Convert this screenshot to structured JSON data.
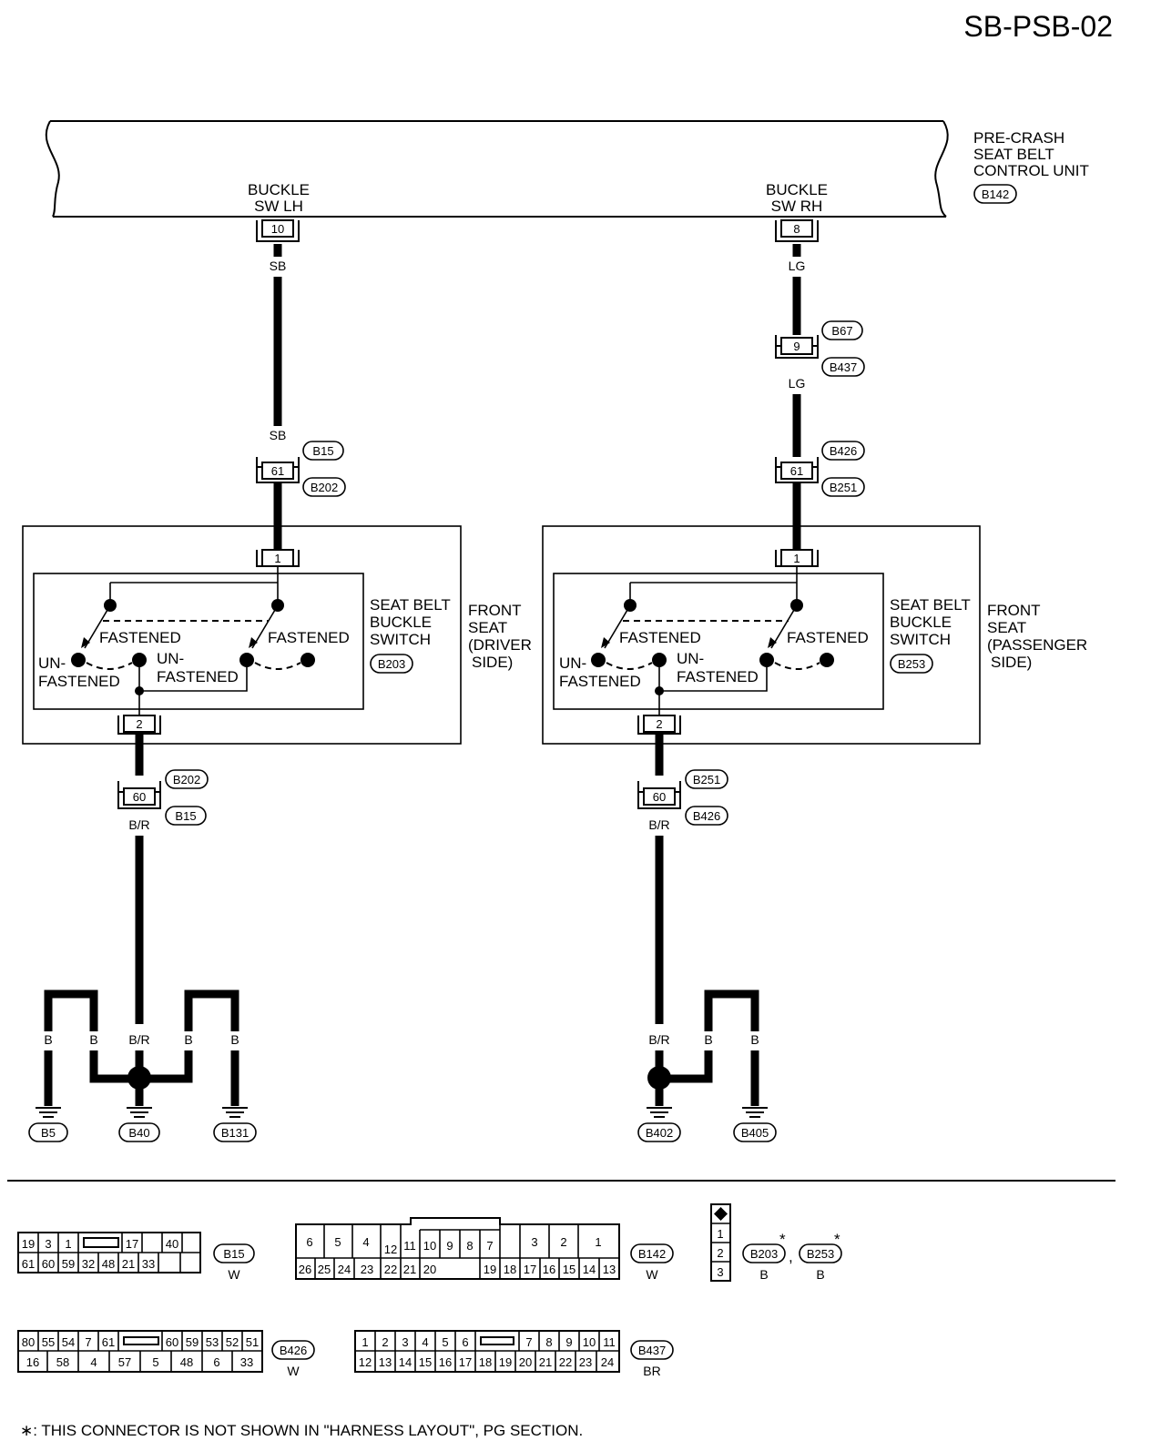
{
  "page_title": "SB-PSB-02",
  "control_unit": {
    "name_lines": [
      "PRE-CRASH",
      "SEAT BELT",
      "CONTROL UNIT"
    ],
    "connector": "B142",
    "pins": {
      "lh": {
        "label_lines": [
          "BUCKLE",
          "SW LH"
        ],
        "pin": "10"
      },
      "rh": {
        "label_lines": [
          "BUCKLE",
          "SW RH"
        ],
        "pin": "8"
      }
    }
  },
  "left_circuit": {
    "wire_top": "SB",
    "wire_mid": "SB",
    "conn_61": {
      "pin": "61",
      "tags": [
        "B15",
        "B202"
      ]
    },
    "seat_box": {
      "switch_lines": [
        "SEAT BELT",
        "BUCKLE",
        "SWITCH"
      ],
      "switch_conn": "B203",
      "seat_lines": [
        "FRONT",
        "SEAT",
        "(DRIVER",
        "SIDE)"
      ],
      "pin_top": "1",
      "pin_bottom": "2",
      "fastened": "FASTENED",
      "unfastened_lines": [
        "UN-",
        "FASTENED"
      ]
    },
    "conn_60": {
      "pin": "60",
      "tags": [
        "B202",
        "B15"
      ]
    },
    "wire_bottom": "B/R",
    "ground_wires": [
      "B",
      "B",
      "B/R",
      "B",
      "B"
    ],
    "grounds": [
      "B5",
      "B40",
      "B131"
    ]
  },
  "right_circuit": {
    "wire_top": "LG",
    "conn_9": {
      "pin": "9",
      "tags": [
        "B67",
        "B437"
      ]
    },
    "wire_mid": "LG",
    "conn_61": {
      "pin": "61",
      "tags": [
        "B426",
        "B251"
      ]
    },
    "seat_box": {
      "switch_lines": [
        "SEAT BELT",
        "BUCKLE",
        "SWITCH"
      ],
      "switch_conn": "B253",
      "seat_lines": [
        "FRONT",
        "SEAT",
        "(PASSENGER",
        "SIDE)"
      ],
      "pin_top": "1",
      "pin_bottom": "2",
      "fastened": "FASTENED",
      "unfastened_lines": [
        "UN-",
        "FASTENED"
      ]
    },
    "conn_60": {
      "pin": "60",
      "tags": [
        "B251",
        "B426"
      ]
    },
    "wire_bottom": "B/R",
    "ground_wires": [
      "B/R",
      "B",
      "B"
    ],
    "grounds": [
      "B402",
      "B405"
    ]
  },
  "connectors": {
    "b15": {
      "id": "B15",
      "color": "W",
      "row1": [
        "19",
        "3",
        "1",
        "",
        "17",
        "",
        "40",
        ""
      ],
      "row2": [
        "61",
        "60",
        "59",
        "32",
        "48",
        "21",
        "33",
        "",
        ""
      ]
    },
    "b142": {
      "id": "B142",
      "color": "W",
      "row1": [
        "6",
        "5",
        "4",
        "12",
        "11",
        "10",
        "9",
        "8",
        "7",
        "3",
        "2",
        "1"
      ],
      "row2": [
        "26",
        "25",
        "24",
        "23",
        "22",
        "21",
        "20",
        "19",
        "18",
        "17",
        "16",
        "15",
        "14",
        "13"
      ]
    },
    "b203_b253": {
      "pins": [
        "1",
        "2",
        "3"
      ],
      "ids": [
        "B203",
        "B253"
      ],
      "asterisk": "*",
      "separator": ",",
      "colors": [
        "B",
        "B"
      ]
    },
    "b426": {
      "id": "B426",
      "color": "W",
      "row1": [
        "80",
        "55",
        "54",
        "7",
        "61",
        "",
        "60",
        "59",
        "53",
        "52",
        "51"
      ],
      "row2": [
        "16",
        "58",
        "4",
        "57",
        "5",
        "48",
        "6",
        "33"
      ]
    },
    "b437": {
      "id": "B437",
      "color": "BR",
      "row1": [
        "1",
        "2",
        "3",
        "4",
        "5",
        "6",
        "",
        "7",
        "8",
        "9",
        "10",
        "11"
      ],
      "row2": [
        "12",
        "13",
        "14",
        "15",
        "16",
        "17",
        "18",
        "19",
        "20",
        "21",
        "22",
        "23",
        "24"
      ]
    }
  },
  "footnote": "∗: THIS CONNECTOR IS NOT SHOWN IN \"HARNESS LAYOUT\", PG SECTION."
}
